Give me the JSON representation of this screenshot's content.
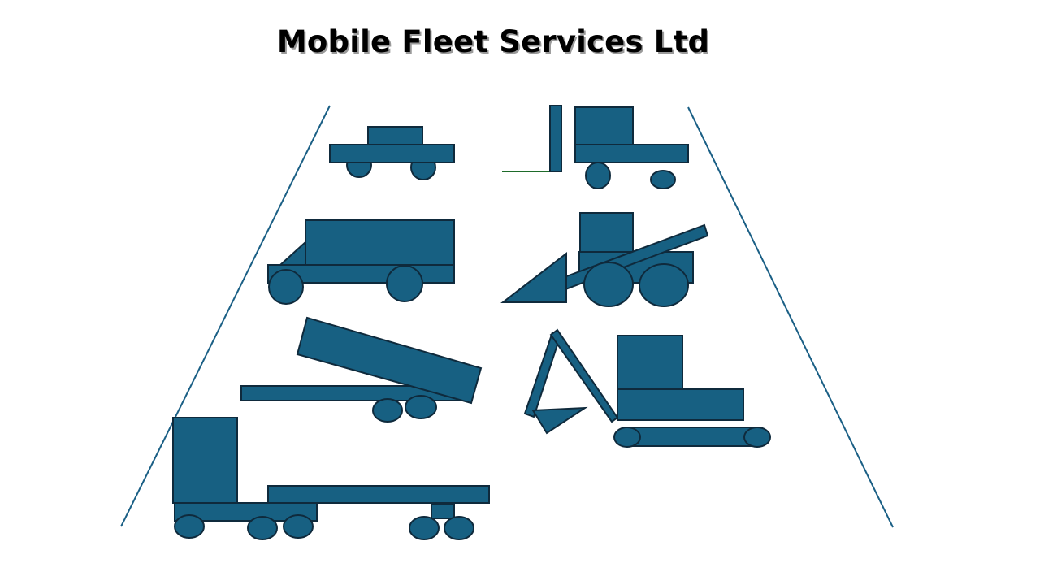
{
  "title": "Mobile Fleet Services Ltd",
  "colors": {
    "vehicle_fill": "#176082",
    "vehicle_stroke": "#0f2a3c",
    "road": "#1a5f85",
    "fork": "#1e6b2a"
  },
  "vehicles": [
    "car",
    "forklift",
    "truck",
    "loader",
    "dump-truck",
    "excavator",
    "semi-truck"
  ]
}
